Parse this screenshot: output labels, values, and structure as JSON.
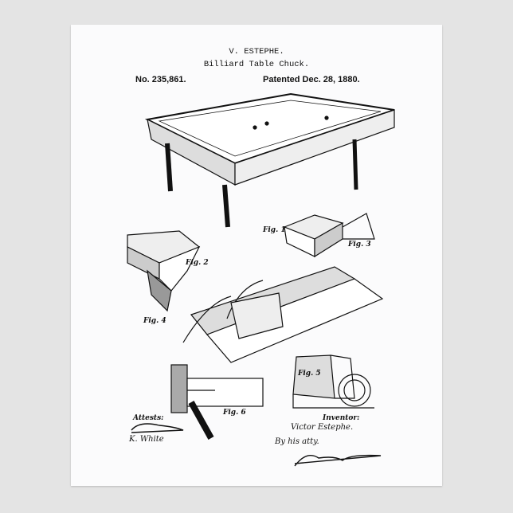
{
  "header": {
    "inventor": "V. ESTEPHE.",
    "title": "Billiard Table Chuck.",
    "patent_number": "No. 235,861.",
    "patent_date": "Patented Dec. 28, 1880."
  },
  "figures": [
    "Fig. 1",
    "Fig. 2",
    "Fig. 3",
    "Fig. 4",
    "Fig. 5",
    "Fig. 6"
  ],
  "footer": {
    "attests_label": "Attests:",
    "witness": "K. White",
    "inventor_label": "Inventor:",
    "inventor_signature": "Victor Estephe.",
    "by_attorney": "By his atty."
  },
  "colors": {
    "background": "#e4e4e4",
    "paper": "#fbfbfc",
    "ink": "#111111"
  }
}
